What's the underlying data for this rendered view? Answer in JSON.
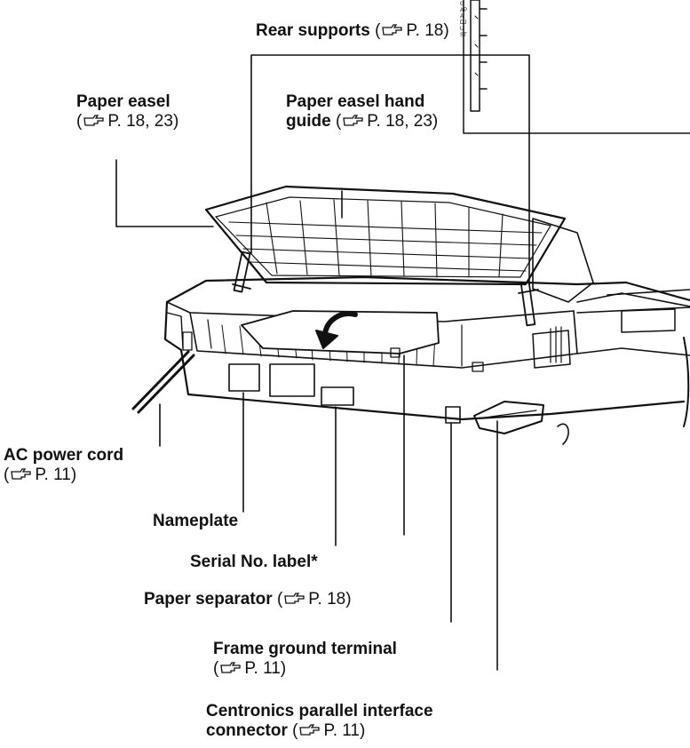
{
  "labels": {
    "rear_supports": {
      "name": "Rear supports",
      "ref": "P. 18"
    },
    "paper_easel": {
      "name": "Paper easel",
      "ref": "P. 18, 23"
    },
    "hand_guide": {
      "line1": "Paper easel hand",
      "line2": "guide",
      "ref": "P. 18, 23"
    },
    "ac_power_cord": {
      "name": "AC power cord",
      "ref": "P. 11"
    },
    "nameplate": {
      "name": "Nameplate"
    },
    "serial_label": {
      "name": "Serial No. label*"
    },
    "paper_separator": {
      "name": "Paper separator",
      "ref": "P. 18"
    },
    "frame_ground": {
      "name": "Frame ground terminal",
      "ref": "P. 11"
    },
    "centronics": {
      "line1": "Centronics parallel interface",
      "line2": "connector",
      "ref": "P. 11"
    }
  },
  "inset_panel": {
    "text": "GAP ADJUST"
  },
  "icons": {
    "reference": "pointing-hand-icon"
  },
  "colors": {
    "ink": "#111111",
    "background": "#ffffff"
  }
}
